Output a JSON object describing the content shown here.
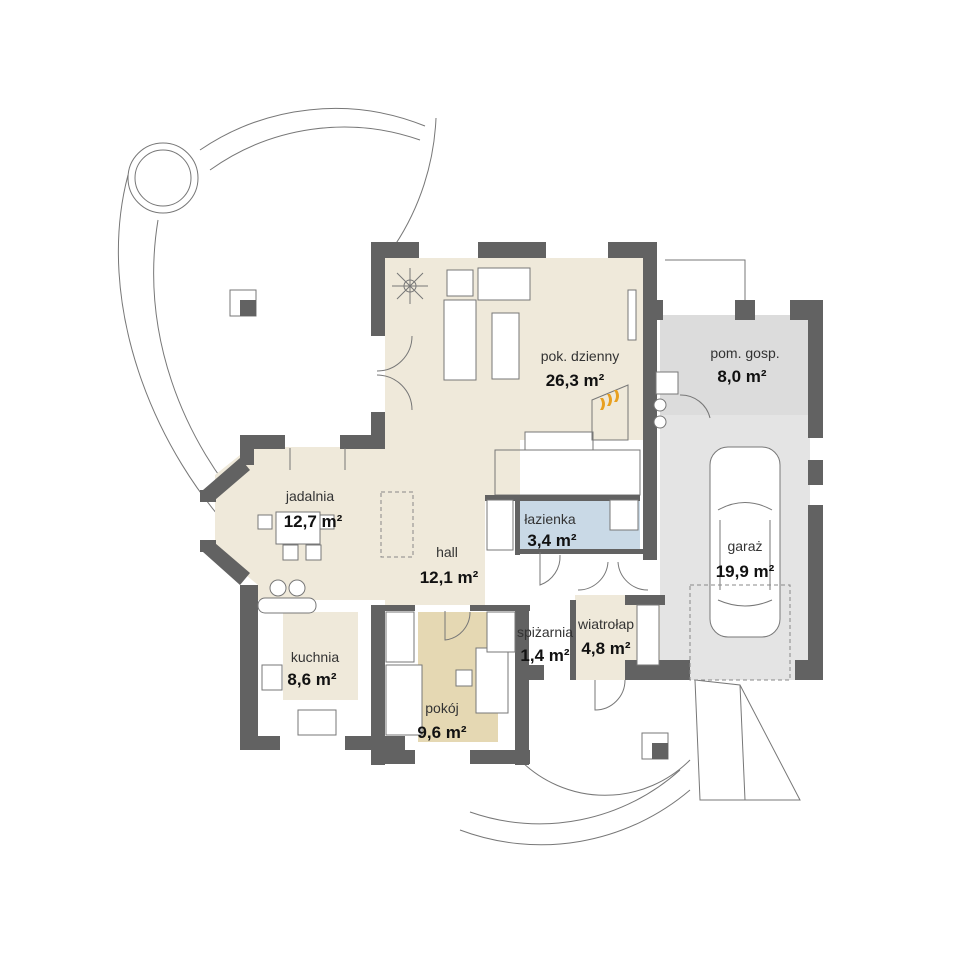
{
  "rooms": [
    {
      "name": "pok. dzienny",
      "area": "26,3 m²"
    },
    {
      "name": "pom. gosp.",
      "area": "8,0 m²"
    },
    {
      "name": "jadalnia",
      "area": "12,7 m²"
    },
    {
      "name": "hall",
      "area": "12,1 m²"
    },
    {
      "name": "łazienka",
      "area": "3,4 m²"
    },
    {
      "name": "garaż",
      "area": "19,9 m²"
    },
    {
      "name": "spiżarnia",
      "area": "1,4 m²"
    },
    {
      "name": "wiatrołap",
      "area": "4,8 m²"
    },
    {
      "name": "kuchnia",
      "area": "8,6 m²"
    },
    {
      "name": "pokój",
      "area": "9,6 m²"
    }
  ],
  "colors": {
    "wall": "#626262",
    "floor": "#efe9da",
    "garage": "#e4e4e4",
    "utility": "#dcdcdc",
    "bathroom": "#c9d9e6",
    "room": "#e5d8b3",
    "fireplace": "#e8a020"
  }
}
